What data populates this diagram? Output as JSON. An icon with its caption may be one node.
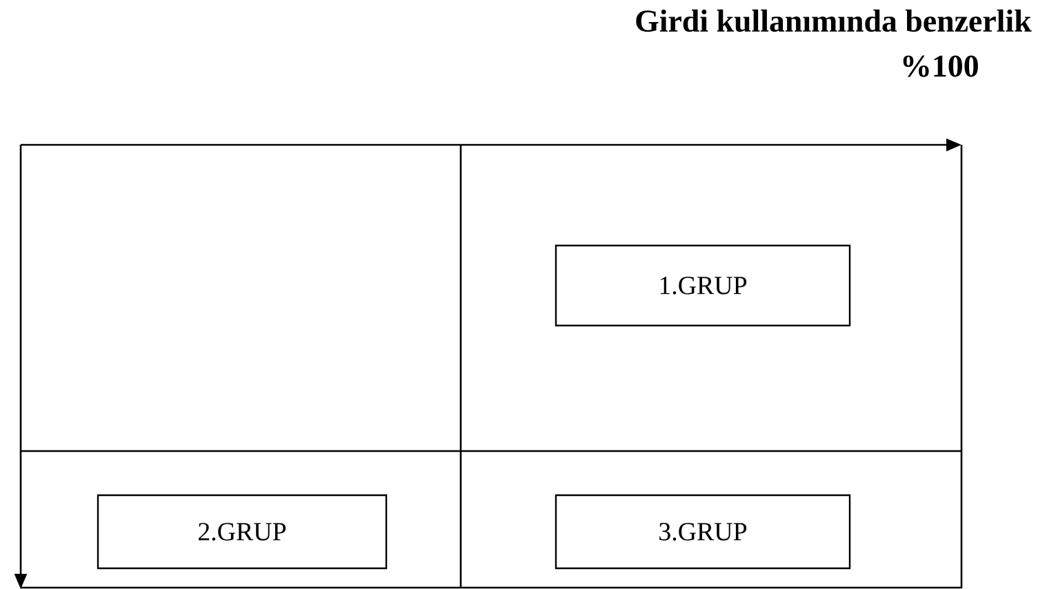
{
  "diagram": {
    "nodes": [
      {
        "text": [
          "1.GRUP"
        ]
      },
      {
        "text": [
          "2.GRUP"
        ]
      },
      {
        "text": [
          "3.GRUP"
        ]
      }
    ],
    "labels": [
      "Girdi kullanımında benzerlik",
      "%100"
    ]
  }
}
